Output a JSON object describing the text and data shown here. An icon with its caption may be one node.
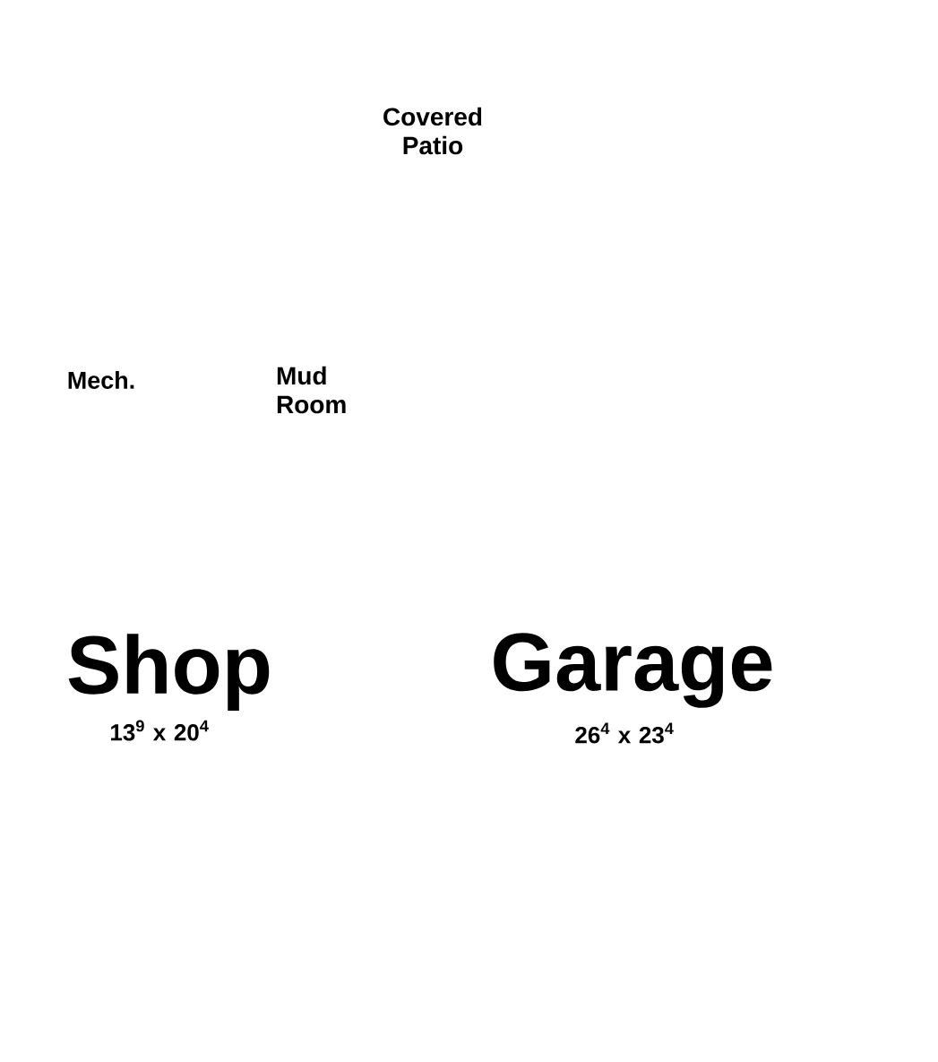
{
  "diagram": {
    "labels": [
      "Covered Patio",
      "Mech.",
      "Mud Room",
      "Shop",
      "13$^{9}$ x 20$^{4}$",
      "Garage",
      "26$^{4}$ x 23$^{4}$"
    ]
  }
}
